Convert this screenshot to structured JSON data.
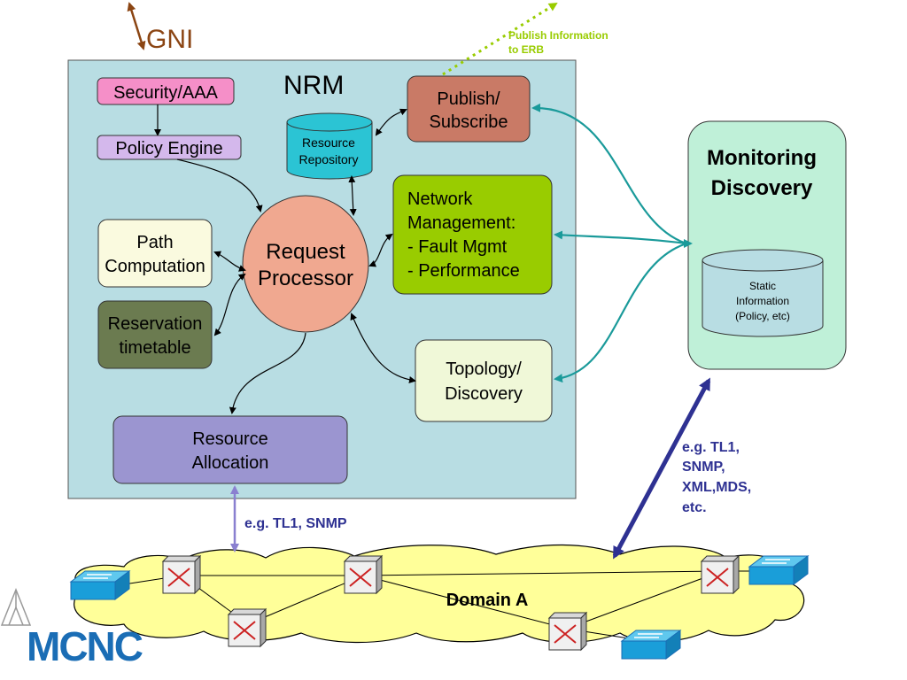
{
  "gni": {
    "label": "GNI"
  },
  "erb": {
    "line1": "Publish Information",
    "line2": "to ERB"
  },
  "nrm": {
    "title": "NRM"
  },
  "boxes": {
    "security": "Security/AAA",
    "policy": "Policy Engine",
    "repository": {
      "line1": "Resource",
      "line2": "Repository"
    },
    "publish": {
      "line1": "Publish/",
      "line2": "Subscribe"
    },
    "path": {
      "line1": "Path",
      "line2": "Computation"
    },
    "request": {
      "line1": "Request",
      "line2": "Processor"
    },
    "network": {
      "line1": "Network",
      "line2": "Management:",
      "line3": "- Fault Mgmt",
      "line4": "- Performance"
    },
    "reservation": {
      "line1": "Reservation",
      "line2": "timetable"
    },
    "topology": {
      "line1": "Topology/",
      "line2": "Discovery"
    },
    "allocation": {
      "line1": "Resource",
      "line2": "Allocation"
    }
  },
  "monitoring": {
    "title1": "Monitoring",
    "title2": "Discovery",
    "static": {
      "line1": "Static",
      "line2": "Information",
      "line3": "(Policy, etc)"
    }
  },
  "protocols": {
    "left": "e.g. TL1, SNMP",
    "right": {
      "line1": "e.g. TL1,",
      "line2": "SNMP,",
      "line3": "XML,MDS,",
      "line4": "etc."
    }
  },
  "domain": {
    "label": "Domain A"
  },
  "logo": {
    "text": "MCNC"
  },
  "colors": {
    "nrm_bg": "#b8dde3",
    "security": "#f58fc8",
    "policy": "#d4b8ec",
    "repository": "#2bc4d4",
    "publish": "#c97a66",
    "path": "#fafadf",
    "request": "#f0a890",
    "network": "#99cc00",
    "reservation": "#6b7b50",
    "topology": "#f0f8d8",
    "allocation": "#9b95d0",
    "monitoring": "#bff0d8",
    "cloud": "#ffff99",
    "teal_arrow": "#1a9a9a",
    "dark_arrow": "#2e3192",
    "erb_arrow": "#99cc00",
    "gni_arrow": "#8b4513",
    "logo": "#1a6db5"
  }
}
